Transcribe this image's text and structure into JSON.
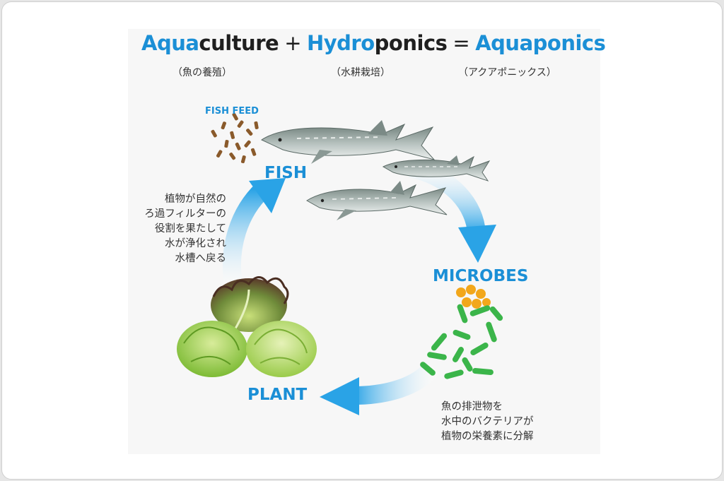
{
  "title": {
    "aquaculture_a": "Aqua",
    "aquaculture_b": "culture",
    "plus": "+",
    "hydroponics_a": "Hydro",
    "hydroponics_b": "ponics",
    "equals": "=",
    "aquaponics": "Aquaponics"
  },
  "subtitles": {
    "aquaculture": "（魚の養殖）",
    "hydroponics": "（水耕栽培）",
    "aquaponics": "（アクアポニックス）"
  },
  "labels": {
    "fish_feed": "FISH FEED",
    "fish": "FISH",
    "microbes": "MICROBES",
    "plant": "PLANT"
  },
  "notes": {
    "plant_to_fish": [
      "植物が自然の",
      "ろ過フィルターの",
      "役割を果たして",
      "水が浄化され",
      "水槽へ戻る"
    ],
    "microbes_to_plant": [
      "魚の排泄物を",
      "水中のバクテリアが",
      "植物の栄養素に分解"
    ]
  },
  "colors": {
    "brand_blue": "#1b8fd6",
    "arrow_light": "#bfe3f7",
    "fish_body": "#9aa8a4",
    "microbe_green": "#3bb54a",
    "microbe_orange": "#f2a71b",
    "feed_brown": "#8a5a2b",
    "lettuce_green": "#8cc63f"
  }
}
